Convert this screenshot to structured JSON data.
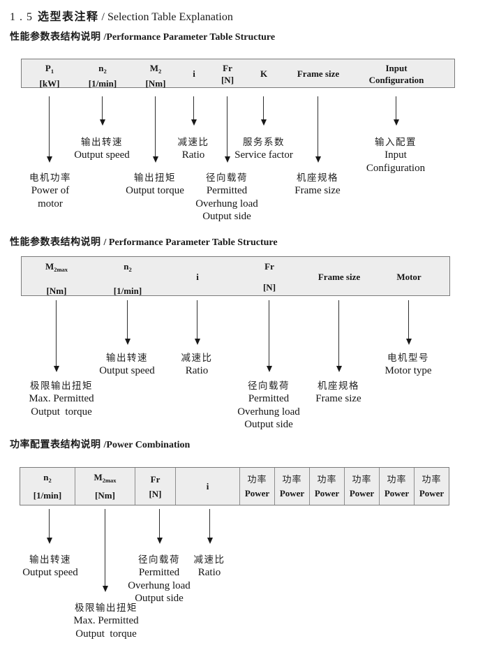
{
  "title": {
    "num": "1 . 5",
    "zh": "选型表注释",
    "sep": "/",
    "en": "Selection Table Explanation"
  },
  "s1": {
    "heading_zh": "性能参数表结构说明",
    "heading_en": "/Performance Parameter Table Structure",
    "cols": {
      "p1": {
        "sym": "P",
        "sub": "1",
        "unit": "[kW]"
      },
      "n2": {
        "sym": "n",
        "sub": "2",
        "unit": "[1/min]"
      },
      "m2": {
        "sym": "M",
        "sub": "2",
        "unit": "[Nm]"
      },
      "i": {
        "sym": "i"
      },
      "fr": {
        "sym": "Fr",
        "unit": "[N]"
      },
      "k": {
        "sym": "K"
      },
      "frame": {
        "sym": "Frame size"
      },
      "input": {
        "sym": "Input",
        "unit": "Configuration"
      }
    },
    "labels": {
      "p1": [
        "电机功率",
        "Power of",
        "motor"
      ],
      "n2": [
        "输出转速",
        "Output speed"
      ],
      "m2": [
        "输出扭矩",
        "Output torque"
      ],
      "i": [
        "减速比",
        "Ratio"
      ],
      "fr": [
        "径向载荷",
        "Permitted",
        "Overhung load",
        "Output side"
      ],
      "k": [
        "服务系数",
        "Service factor"
      ],
      "frame": [
        "机座规格",
        "Frame size"
      ],
      "input": [
        "输入配置",
        "Input",
        "Configuration"
      ]
    }
  },
  "s2": {
    "heading_zh": "性能参数表结构说明",
    "heading_en": "/ Performance Parameter Table Structure",
    "cols": {
      "m2max": {
        "sym": "M",
        "sub": "2max",
        "unit": "[Nm]"
      },
      "n2": {
        "sym": "n",
        "sub": "2",
        "unit": "[1/min]"
      },
      "i": {
        "sym": "i"
      },
      "fr": {
        "sym": "Fr",
        "unit": "[N]"
      },
      "frame": {
        "sym": "Frame size"
      },
      "motor": {
        "sym": "Motor"
      }
    },
    "labels": {
      "m2max": [
        "极限输出扭矩",
        "Max. Permitted",
        "Output  torque"
      ],
      "n2": [
        "输出转速",
        "Output speed"
      ],
      "i": [
        "减速比",
        "Ratio"
      ],
      "fr": [
        "径向载荷",
        "Permitted",
        "Overhung load",
        "Output side"
      ],
      "frame": [
        "机座规格",
        "Frame size"
      ],
      "motor": [
        "电机型号",
        "Motor type"
      ]
    }
  },
  "s3": {
    "heading_zh": "功率配置表结构说明",
    "heading_en": "/Power Combination",
    "cols": {
      "n2": {
        "sym": "n",
        "sub": "2",
        "unit": "[1/min]"
      },
      "m2max": {
        "sym": "M",
        "sub": "2max",
        "unit": "[Nm]"
      },
      "fr": {
        "sym": "Fr",
        "unit": "[N]"
      },
      "i": {
        "sym": "i"
      },
      "power": {
        "zh": "功率",
        "en": "Power"
      }
    },
    "labels": {
      "n2": [
        "输出转速",
        "Output speed"
      ],
      "m2max": [
        "极限输出扭矩",
        "Max. Permitted",
        "Output  torque"
      ],
      "fr": [
        "径向载荷",
        "Permitted",
        "Overhung load",
        "Output side"
      ],
      "i": [
        "减速比",
        "Ratio"
      ]
    }
  }
}
